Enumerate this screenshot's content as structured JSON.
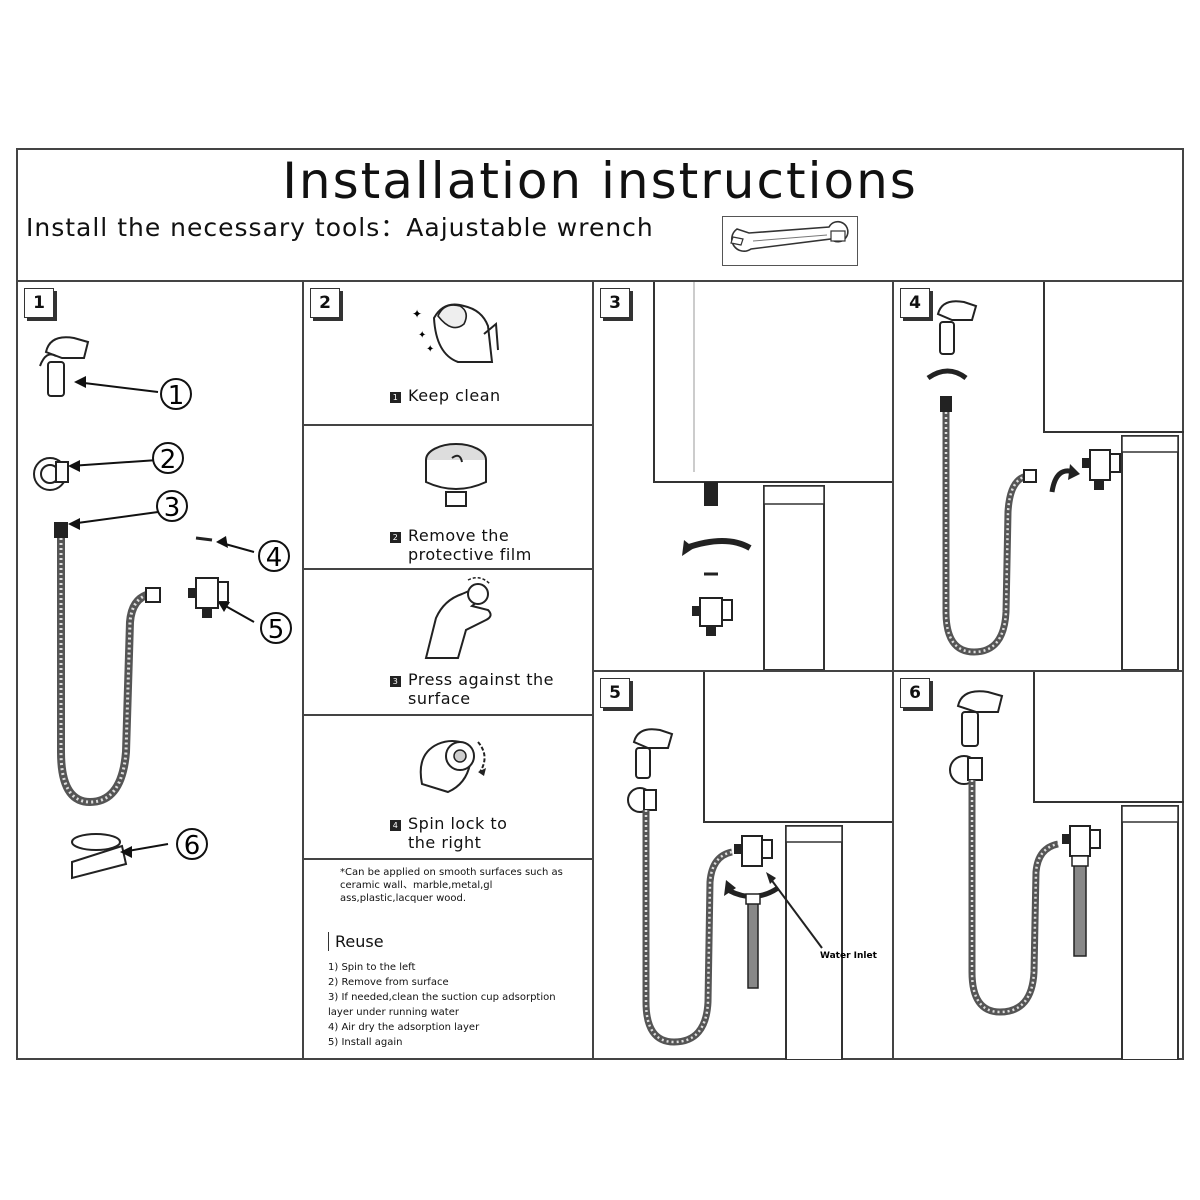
{
  "header": {
    "title": "Installation instructions",
    "tools_line": "Install the necessary tools：Aajustable wrench",
    "tool_icon": "wrench-icon"
  },
  "panels": {
    "p1": {
      "number": "1",
      "callouts": [
        "1",
        "2",
        "3",
        "4",
        "5",
        "6"
      ]
    },
    "p2": {
      "number": "2",
      "steps": [
        {
          "icon": "wipe-cloth-icon",
          "label": "Keep clean"
        },
        {
          "icon": "suction-cup-icon",
          "label": "Remove the protective film"
        },
        {
          "icon": "press-hand-icon",
          "label": "Press against the surface"
        },
        {
          "icon": "spin-lock-icon",
          "label": "Spin lock to the right"
        }
      ],
      "note": "*Can be applied on smooth surfaces such as ceramic wall、marble,metal,gl ass,plastic,lacquer wood.",
      "reuse_title": "Reuse",
      "reuse_items": [
        "1) Spin to the left",
        "2) Remove from surface",
        "3) If needed,clean the suction cup adsorption layer under running water",
        "4) Air dry the adsorption layer",
        "5) Install again"
      ]
    },
    "p3": {
      "number": "3"
    },
    "p4": {
      "number": "4"
    },
    "p5": {
      "number": "5",
      "water_inlet": "Water Inlet"
    },
    "p6": {
      "number": "6"
    }
  }
}
